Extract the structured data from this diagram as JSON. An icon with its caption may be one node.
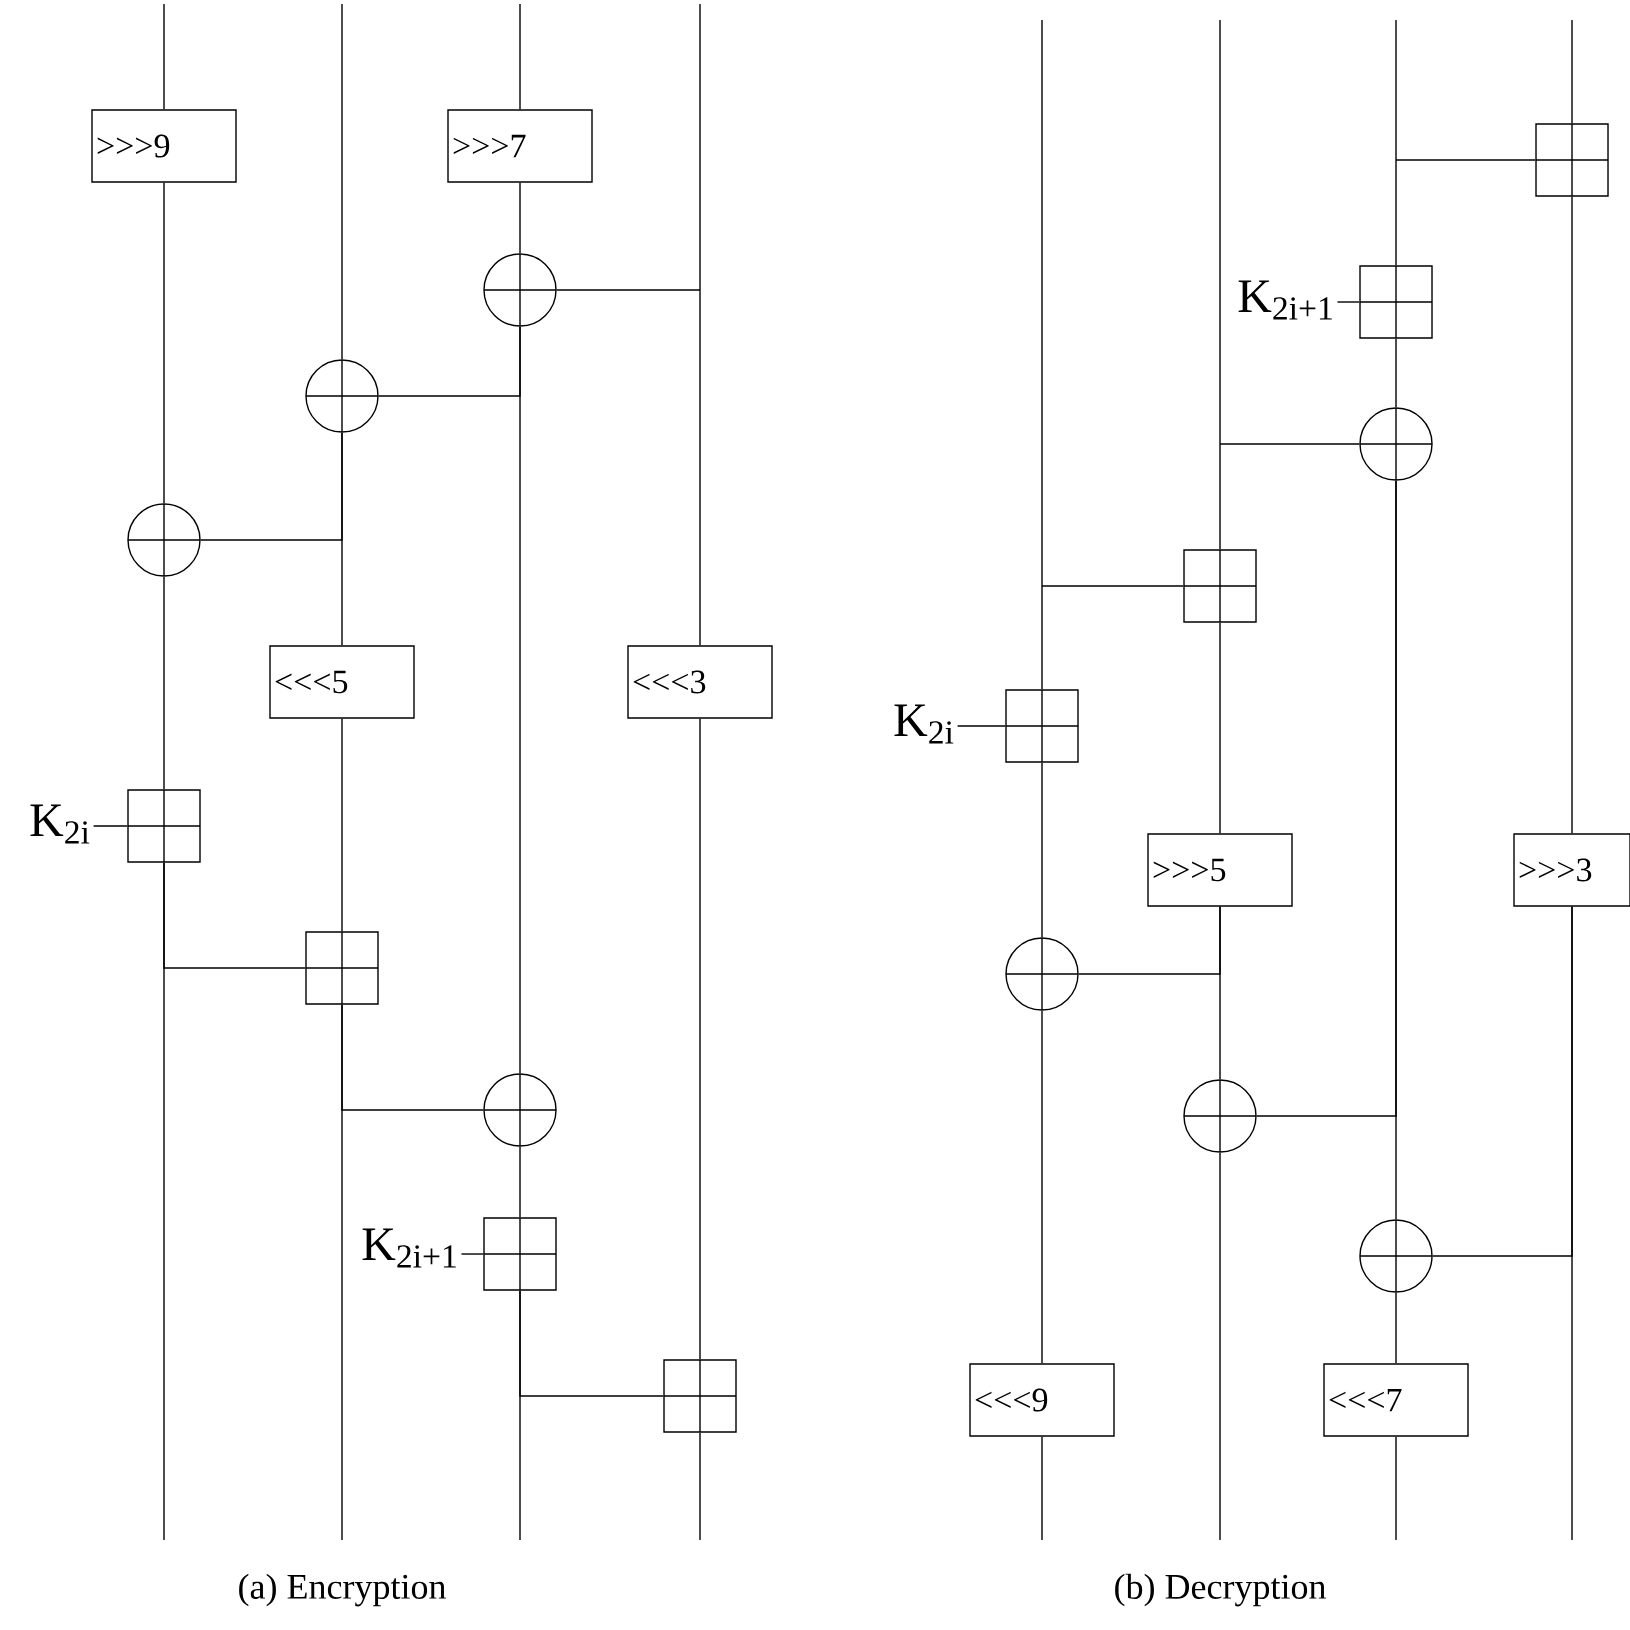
{
  "diagram": {
    "nodes": [
      {
        "text": [
          ">>>9"
        ]
      },
      {
        "text": [
          ">>>7"
        ]
      },
      {
        "text": [],
        "shape": "circle"
      },
      {
        "text": [],
        "shape": "circle"
      },
      {
        "text": [],
        "shape": "circle"
      },
      {
        "text": [
          "<<<5"
        ]
      },
      {
        "text": [
          "<<<3"
        ]
      },
      {
        "text": [
          "K$_{2i}$"
        ]
      },
      {
        "text": [],
        "shape": "box"
      },
      {
        "text": [],
        "shape": "box"
      },
      {
        "text": [],
        "shape": "circle"
      },
      {
        "text": [
          "K$_{2i+1}$"
        ]
      },
      {
        "text": [],
        "shape": "box"
      },
      {
        "text": [],
        "shape": "box"
      },
      {
        "text": [],
        "shape": "box"
      },
      {
        "text": [
          "K$_{2i+1}$"
        ]
      },
      {
        "text": [],
        "shape": "box"
      },
      {
        "text": [],
        "shape": "circle"
      },
      {
        "text": [],
        "shape": "box"
      },
      {
        "text": [
          "K$_{2i}$"
        ]
      },
      {
        "text": [],
        "shape": "box"
      },
      {
        "text": [
          ">>>5"
        ]
      },
      {
        "text": [
          ">>>3"
        ]
      },
      {
        "text": [],
        "shape": "circle"
      },
      {
        "text": [],
        "shape": "circle"
      },
      {
        "text": [],
        "shape": "circle"
      },
      {
        "text": [
          "<<<9"
        ]
      },
      {
        "text": [
          "<<<7"
        ]
      }
    ],
    "edges": [
      {
        "from": null,
        "to": 0,
        "arrow": "none"
      },
      {
        "from": 0,
        "to": 4,
        "arrow": "none"
      },
      {
        "from": 4,
        "to": 8,
        "arrow": "none"
      },
      {
        "from": 8,
        "to": null,
        "arrow": "none"
      },
      {
        "from": null,
        "to": 3,
        "arrow": "none"
      },
      {
        "from": 3,
        "to": 5,
        "arrow": "none"
      },
      {
        "from": 5,
        "to": 9,
        "arrow": "none"
      },
      {
        "from": 9,
        "to": null,
        "arrow": "none"
      },
      {
        "from": null,
        "to": 1,
        "arrow": "none"
      },
      {
        "from": 1,
        "to": 2,
        "arrow": "none"
      },
      {
        "from": 2,
        "to": 10,
        "arrow": "none"
      },
      {
        "from": 10,
        "to": 12,
        "arrow": "none"
      },
      {
        "from": 12,
        "to": null,
        "arrow": "none"
      },
      {
        "from": null,
        "to": 6,
        "arrow": "none"
      },
      {
        "from": 6,
        "to": 13,
        "arrow": "none"
      },
      {
        "from": 13,
        "to": null,
        "arrow": "none"
      },
      {
        "from": null,
        "to": 2,
        "arrow": "none"
      },
      {
        "from": 2,
        "to": 3,
        "arrow": "none"
      },
      {
        "from": 3,
        "to": 4,
        "arrow": "none"
      },
      {
        "from": 8,
        "to": 9,
        "arrow": "none"
      },
      {
        "from": 9,
        "to": 10,
        "arrow": "none"
      },
      {
        "from": 12,
        "to": 13,
        "arrow": "none"
      },
      {
        "from": 7,
        "to": 8,
        "arrow": "none"
      },
      {
        "from": 11,
        "to": 12,
        "arrow": "none"
      },
      {
        "from": null,
        "to": 20,
        "arrow": "none"
      },
      {
        "from": 20,
        "to": 23,
        "arrow": "none"
      },
      {
        "from": 23,
        "to": 26,
        "arrow": "none"
      },
      {
        "from": 26,
        "to": null,
        "arrow": "none"
      },
      {
        "from": null,
        "to": 18,
        "arrow": "none"
      },
      {
        "from": 18,
        "to": 21,
        "arrow": "none"
      },
      {
        "from": 21,
        "to": 24,
        "arrow": "none"
      },
      {
        "from": 24,
        "to": null,
        "arrow": "none"
      },
      {
        "from": null,
        "to": 16,
        "arrow": "none"
      },
      {
        "from": 16,
        "to": 17,
        "arrow": "none"
      },
      {
        "from": 17,
        "to": 25,
        "arrow": "none"
      },
      {
        "from": 25,
        "to": 27,
        "arrow": "none"
      },
      {
        "from": 27,
        "to": null,
        "arrow": "none"
      },
      {
        "from": null,
        "to": 14,
        "arrow": "none"
      },
      {
        "from": 14,
        "to": 22,
        "arrow": "none"
      },
      {
        "from": 22,
        "to": null,
        "arrow": "none"
      },
      {
        "from": null,
        "to": 14,
        "arrow": "none"
      },
      {
        "from": null,
        "to": 17,
        "arrow": "none"
      },
      {
        "from": null,
        "to": 18,
        "arrow": "none"
      },
      {
        "from": 21,
        "to": 23,
        "arrow": "none"
      },
      {
        "from": 17,
        "to": 24,
        "arrow": "none"
      },
      {
        "from": 22,
        "to": 25,
        "arrow": "none"
      },
      {
        "from": 15,
        "to": 16,
        "arrow": "none"
      },
      {
        "from": 19,
        "to": 20,
        "arrow": "none"
      }
    ],
    "labels": [
      "(a) Encryption",
      "(b) Decryption"
    ]
  }
}
